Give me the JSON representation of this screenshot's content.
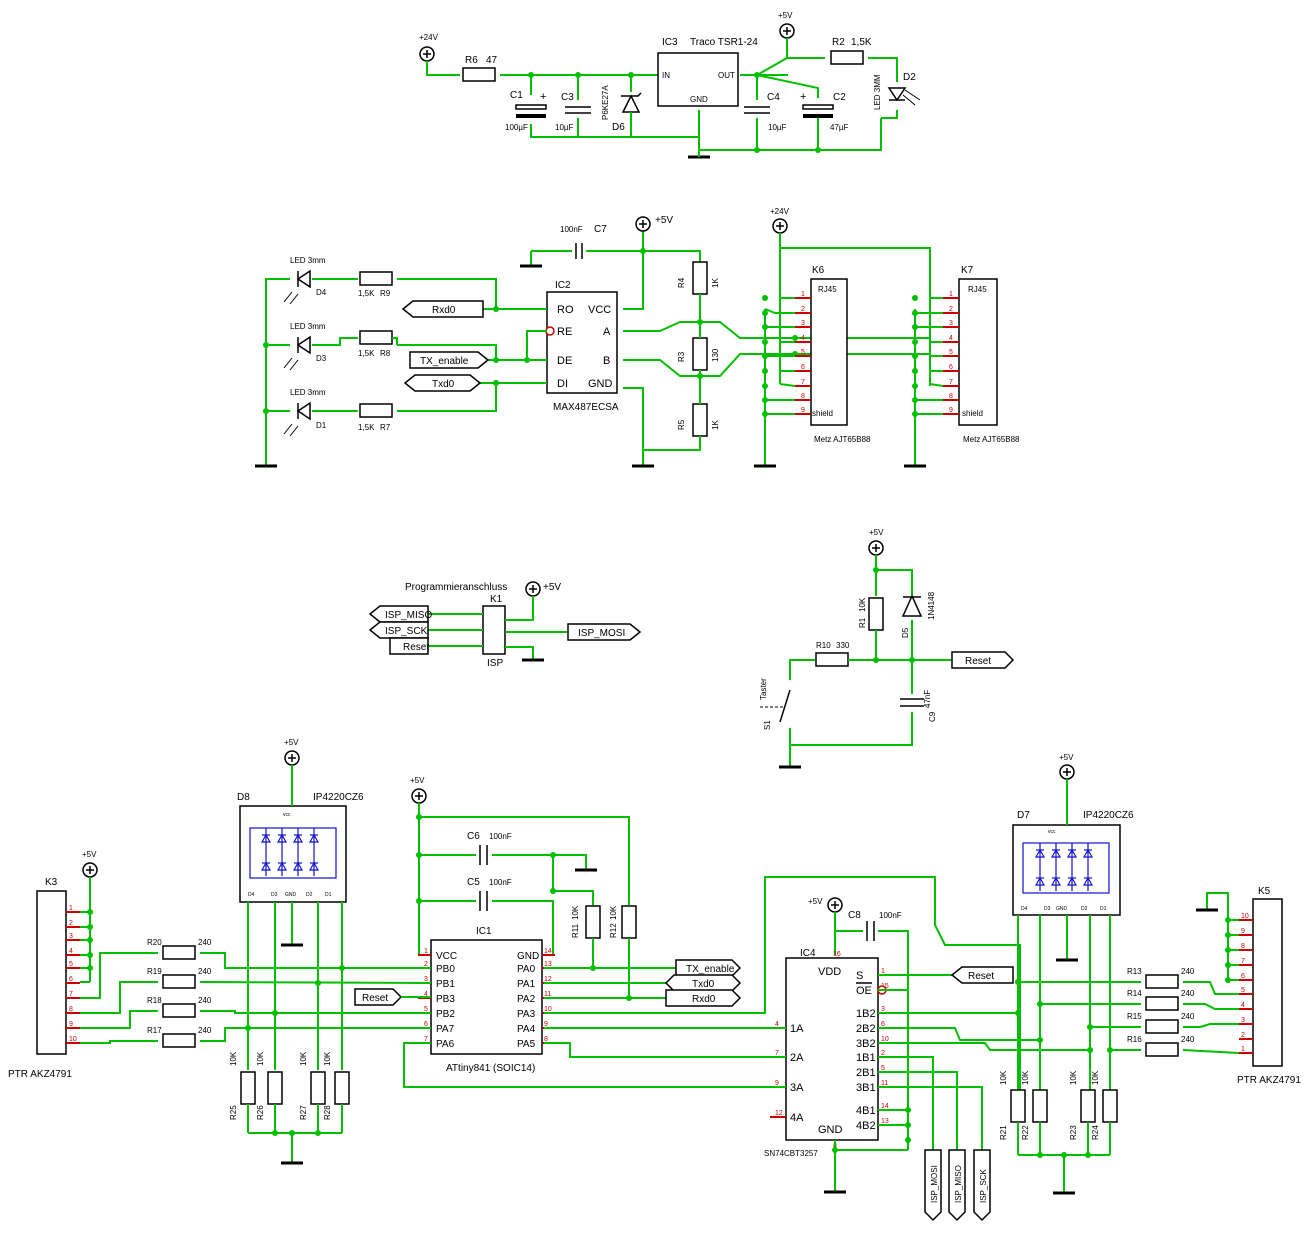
{
  "power": {
    "title_ic3": "IC3",
    "traco": "Traco TSR1-24",
    "in": "IN",
    "out": "OUT",
    "gnd": "GND",
    "p24": "+24V",
    "p5": "+5V",
    "r6": "R6",
    "r6v": "47",
    "r2": "R2",
    "r2v": "1,5K",
    "c1": "C1",
    "c1v": "100µF",
    "c3": "C3",
    "c3v": "10µF",
    "d6": "D6",
    "d6v": "P6KE27A",
    "c4": "C4",
    "c4v": "10µF",
    "c2": "C2",
    "c2v": "47µF",
    "d2": "D2",
    "d2v": "LED 3MM"
  },
  "rs485": {
    "c7": "C7",
    "c7v": "100nF",
    "p5": "+5V",
    "p24": "+24V",
    "ic2": "IC2",
    "ic2v": "MAX487ECSA",
    "ro": "RO",
    "re": "RE",
    "de": "DE",
    "di": "DI",
    "vcc": "VCC",
    "a": "A",
    "b": "B",
    "gnd": "GND",
    "rxd0": "Rxd0",
    "txen": "TX_enable",
    "txd0": "Txd0",
    "d4": "D4",
    "d3": "D3",
    "d1": "D1",
    "led": "LED 3mm",
    "r9": "R9",
    "r8": "R8",
    "r7": "R7",
    "r15k": "1,5K",
    "r4": "R4",
    "r3": "R3",
    "r5": "R5",
    "v1k": "1K",
    "v130": "130",
    "k6": "K6",
    "k7": "K7",
    "rj45": "RJ45",
    "shield": "shield",
    "metz": "Metz AJT65B88"
  },
  "isp": {
    "title": "Programmieranschluss",
    "k1": "K1",
    "isp": "ISP",
    "p5": "+5V",
    "miso": "ISP_MISO",
    "sck": "ISP_SCK",
    "reset": "Reset",
    "mosi": "ISP_MOSI"
  },
  "reset": {
    "p5": "+5V",
    "r1": "R1",
    "r1v": "10K",
    "d5": "D5",
    "d5v": "1N4148",
    "r10": "R10",
    "r10v": "330",
    "reset": "Reset",
    "s1": "S1",
    "taster": "Taster",
    "c9": "C9",
    "c9v": "47nF"
  },
  "mcu": {
    "p5": "+5V",
    "c6": "C6",
    "c5": "C5",
    "v100n": "100nF",
    "ic1": "IC1",
    "ic1v": "ATtiny841 (SOIC14)",
    "pins_left": [
      "VCC",
      "PB0",
      "PB1",
      "PB3",
      "PB2",
      "PA7",
      "PA6"
    ],
    "pins_right": [
      "GND",
      "PA0",
      "PA1",
      "PA2",
      "PA3",
      "PA4",
      "PA5"
    ],
    "r11": "R11",
    "r12": "R12",
    "v10k": "10K",
    "txen": "TX_enable",
    "txd0": "Txd0",
    "rxd0": "Rxd0",
    "reset": "Reset"
  },
  "left": {
    "k3": "K3",
    "ptr": "PTR AKZ4791",
    "p5": "+5V",
    "d8": "D8",
    "ip": "IP4220CZ6",
    "r20": "R20",
    "r19": "R19",
    "r18": "R18",
    "r17": "R17",
    "v240": "240",
    "r25": "R25",
    "r26": "R26",
    "r27": "R27",
    "r28": "R28",
    "v10k": "10K"
  },
  "mux": {
    "p5": "+5V",
    "c8": "C8",
    "c8v": "100nF",
    "ic4": "IC4",
    "ic4v": "SN74CBT3257",
    "vdd": "VDD",
    "s": "S",
    "oe": "OE",
    "gnd": "GND",
    "pins_left": [
      "1A",
      "2A",
      "3A",
      "4A"
    ],
    "pins_right": [
      "1B2",
      "2B2",
      "3B2",
      "1B1",
      "2B1",
      "3B1",
      "4B1",
      "4B2"
    ],
    "reset": "Reset",
    "isp_mosi": "ISP_MOSI",
    "isp_miso": "ISP_MISO",
    "isp_sck": "ISP_SCK"
  },
  "right": {
    "k5": "K5",
    "ptr": "PTR AKZ4791",
    "p5": "+5V",
    "d7": "D7",
    "ip": "IP4220CZ6",
    "r13": "R13",
    "r14": "R14",
    "r15": "R15",
    "r16": "R16",
    "v240": "240",
    "r21": "R21",
    "r22": "R22",
    "r23": "R23",
    "r24": "R24",
    "v10k": "10K"
  }
}
